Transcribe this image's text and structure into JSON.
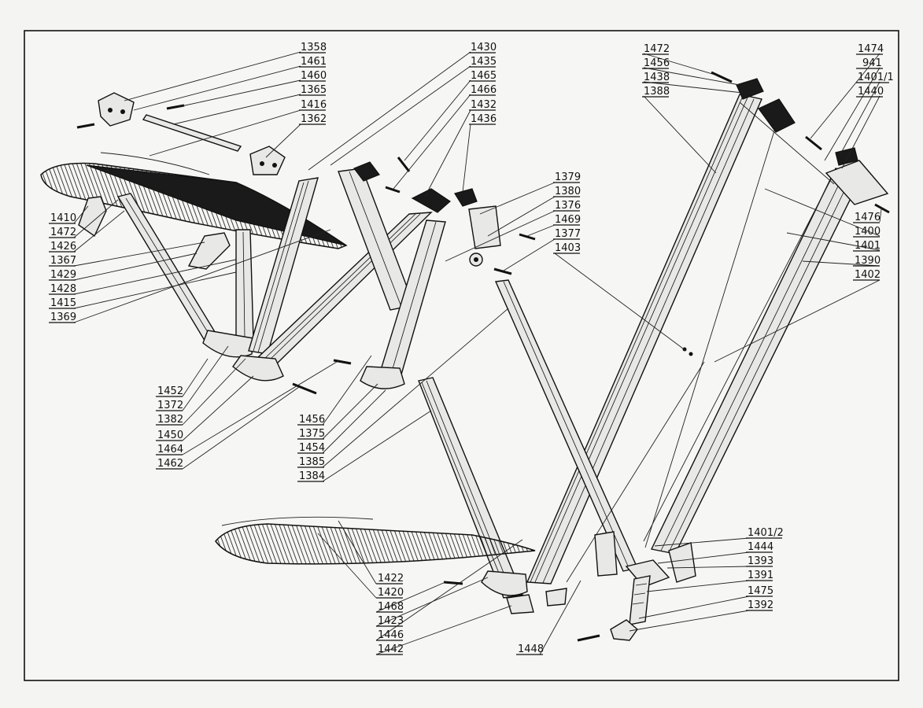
{
  "labels": {
    "l1358": "1358",
    "l1461": "1461",
    "l1460": "1460",
    "l1365": "1365",
    "l1416": "1416",
    "l1362": "1362",
    "l1430": "1430",
    "l1435": "1435",
    "l1465": "1465",
    "l1466": "1466",
    "l1432": "1432",
    "l1436": "1436",
    "l1379": "1379",
    "l1380": "1380",
    "l1376": "1376",
    "l1469": "1469",
    "l1377": "1377",
    "l1403": "1403",
    "l1472a": "1472",
    "l1456a": "1456",
    "l1438": "1438",
    "l1388": "1388",
    "l1474": "1474",
    "l941": "941",
    "l1401_1": "1401/1",
    "l1440": "1440",
    "l1476": "1476",
    "l1400": "1400",
    "l1401": "1401",
    "l1390": "1390",
    "l1402": "1402",
    "l1410": "1410",
    "l1472b": "1472",
    "l1426": "1426",
    "l1367": "1367",
    "l1429": "1429",
    "l1428": "1428",
    "l1415": "1415",
    "l1369": "1369",
    "l1452": "1452",
    "l1372": "1372",
    "l1382": "1382",
    "l1450": "1450",
    "l1464": "1464",
    "l1462": "1462",
    "l1456b": "1456",
    "l1375": "1375",
    "l1454": "1454",
    "l1385": "1385",
    "l1384": "1384",
    "l1422": "1422",
    "l1420": "1420",
    "l1468": "1468",
    "l1423": "1423",
    "l1446": "1446",
    "l1442": "1442",
    "l1448": "1448",
    "l1401_2": "1401/2",
    "l1444": "1444",
    "l1393": "1393",
    "l1391": "1391",
    "l1475": "1475",
    "l1392": "1392"
  }
}
